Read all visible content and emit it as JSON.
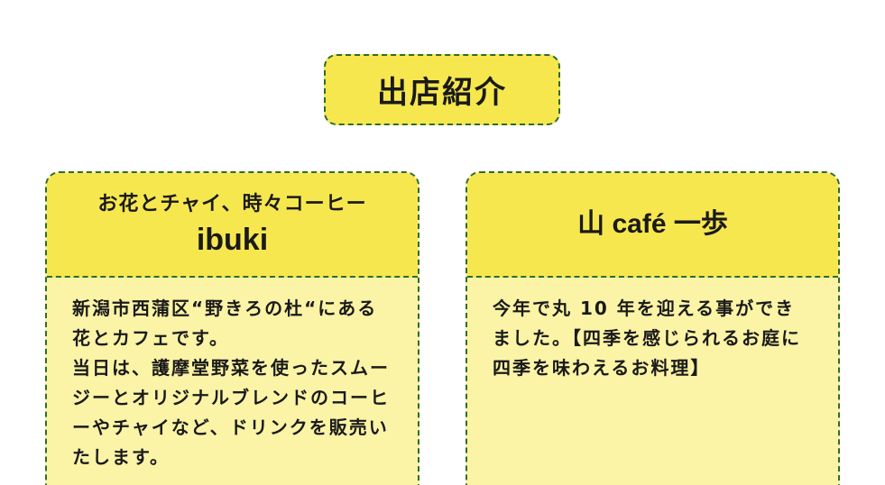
{
  "section": {
    "title": "出店紹介"
  },
  "shops": [
    {
      "subtitle": "お花とチャイ、時々コーヒー",
      "name": "ibuki",
      "description": "新潟市西蒲区“野きろの杜“にある花とカフェです。\n当日は、護摩堂野菜を使ったスムージーとオリジナルブレンドのコーヒーやチャイなど、ドリンクを販売いたします。"
    },
    {
      "name": "山 café 一歩",
      "description": "今年で丸 10 年を迎える事ができました。【四季を感じられるお庭に四季を味わえるお料理】"
    }
  ],
  "colors": {
    "header_yellow": "#f7e74f",
    "body_yellow": "#fbf3a6",
    "dashed_border_green": "#2e6b2e"
  }
}
